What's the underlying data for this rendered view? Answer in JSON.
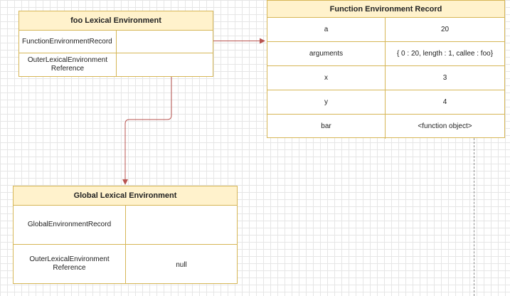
{
  "foo_env": {
    "title": "foo Lexical Environment",
    "rows": [
      {
        "key": "FunctionEnvironmentRecord",
        "value": ""
      },
      {
        "key": "OuterLexicalEnvironment Reference",
        "value": ""
      }
    ]
  },
  "function_record": {
    "title": "Function Environment Record",
    "rows": [
      {
        "key": "a",
        "value": "20"
      },
      {
        "key": "arguments",
        "value": "{ 0 : 20, length : 1, callee : foo}"
      },
      {
        "key": "x",
        "value": "3"
      },
      {
        "key": "y",
        "value": "4"
      },
      {
        "key": "bar",
        "value": "<function object>"
      }
    ]
  },
  "global_env": {
    "title": "Global Lexical Environment",
    "rows": [
      {
        "key": "GlobalEnvironmentRecord",
        "value": ""
      },
      {
        "key": "OuterLexicalEnvironment Reference",
        "value": "null"
      }
    ]
  },
  "colors": {
    "header_fill": "#fff2cc",
    "border": "#d6b656",
    "arrow": "#b85450",
    "grid": "#e6e6e6"
  }
}
